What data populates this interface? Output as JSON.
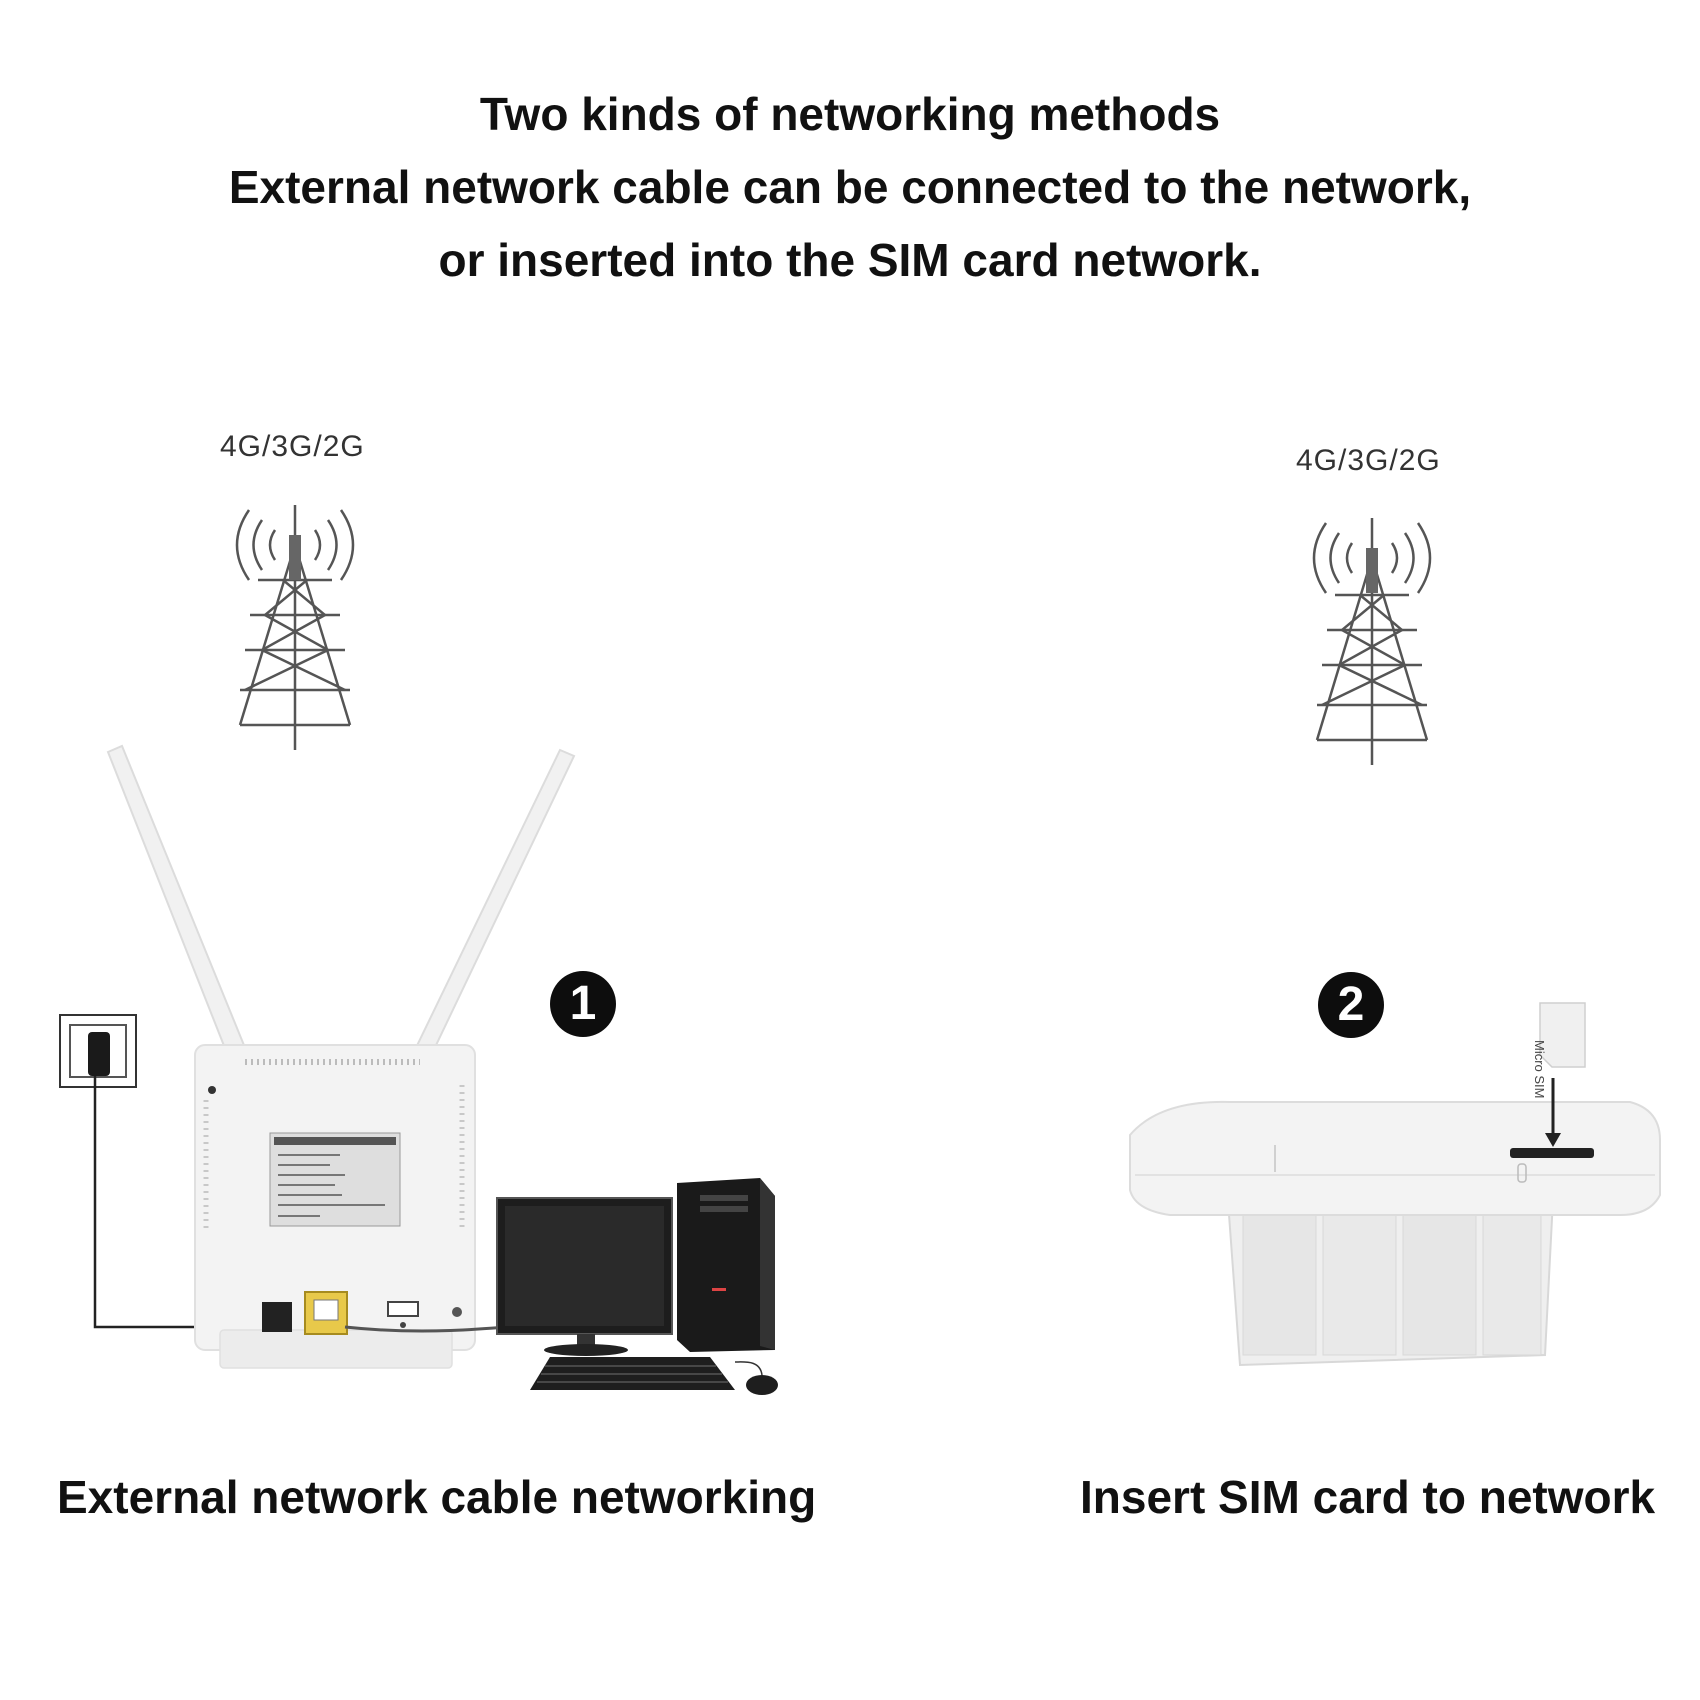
{
  "header": {
    "line1": "Two kinds of networking methods",
    "line2": "External network cable can be connected to the network,",
    "line3": "or inserted into the SIM card network."
  },
  "left_panel": {
    "band_label": "4G/3G/2G",
    "step_number": "1",
    "caption": "External network cable networking"
  },
  "right_panel": {
    "band_label": "4G/3G/2G",
    "step_number": "2",
    "sim_label": "Micro SIM",
    "caption": "Insert SIM card to network"
  },
  "icons": [
    "cell-tower-icon",
    "router-icon",
    "power-socket-icon",
    "computer-icon",
    "sim-card-icon",
    "arrow-down-icon"
  ],
  "colors": {
    "text": "#111111",
    "device": "#f2f2f2",
    "ethernet_port": "#e8c94a",
    "line": "#555555"
  }
}
